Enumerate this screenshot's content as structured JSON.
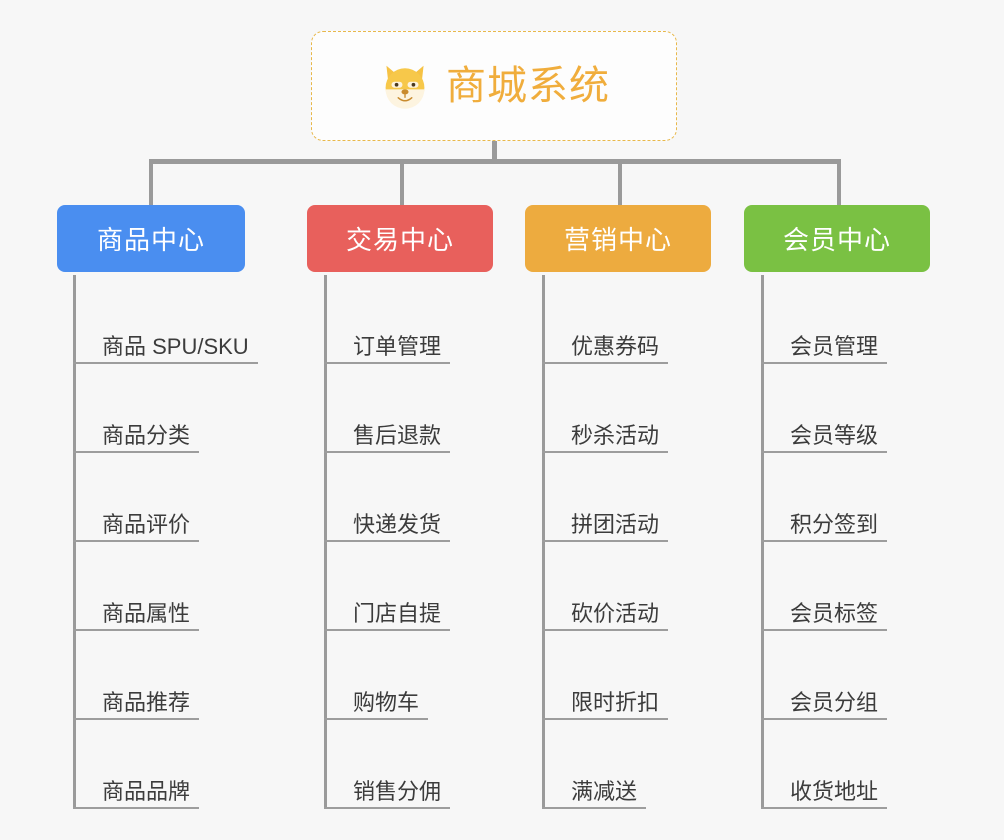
{
  "diagram": {
    "type": "mindmap-tree",
    "background_color": "#f7f7f7",
    "root": {
      "title": "商城系统",
      "icon": "shiba-dog-face-emoji",
      "text_color": "#f0ad3c",
      "border_color": "#e8b84b"
    },
    "branches": [
      {
        "label": "商品中心",
        "color": "#4a8ef0",
        "items": [
          "商品 SPU/SKU",
          "商品分类",
          "商品评价",
          "商品属性",
          "商品推荐",
          "商品品牌"
        ]
      },
      {
        "label": "交易中心",
        "color": "#e8605c",
        "items": [
          "订单管理",
          "售后退款",
          "快递发货",
          "门店自提",
          "购物车",
          "销售分佣"
        ]
      },
      {
        "label": "营销中心",
        "color": "#edab3f",
        "items": [
          "优惠券码",
          "秒杀活动",
          "拼团活动",
          "砍价活动",
          "限时折扣",
          "满减送"
        ]
      },
      {
        "label": "会员中心",
        "color": "#7ac143",
        "items": [
          "会员管理",
          "会员等级",
          "积分签到",
          "会员标签",
          "会员分组",
          "收货地址"
        ]
      }
    ]
  }
}
